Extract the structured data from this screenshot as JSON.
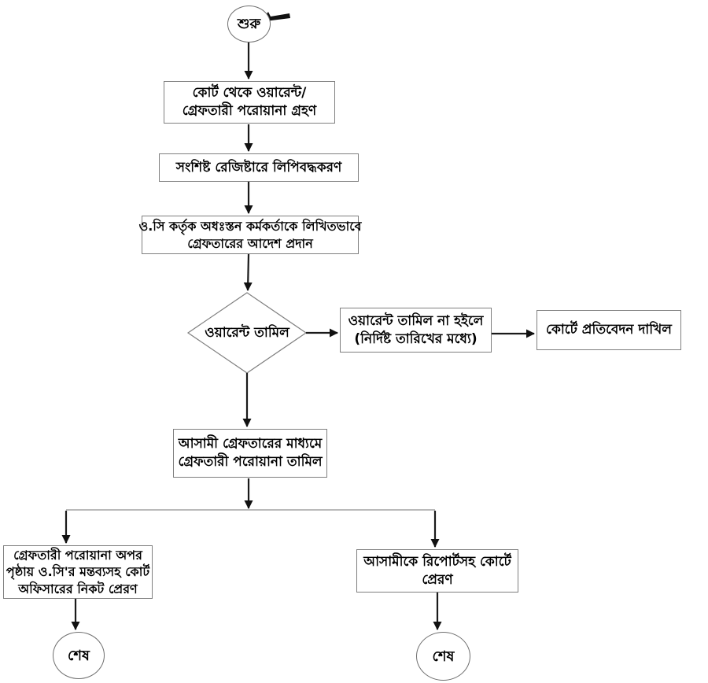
{
  "diagram": {
    "type": "flowchart",
    "language": "Bengali",
    "background": "#ffffff"
  },
  "colors": {
    "box_border": "#7f7f7f",
    "text": "#000000",
    "arrow": "#1a1a1a",
    "branch_line": "#a3a3a3"
  },
  "icons": {
    "cursor": "mouse-cursor-arrow"
  },
  "nodes": {
    "start": {
      "label": "শুরু"
    },
    "receive_warrant": {
      "lines": [
        "কোর্ট থেকে ওয়ারেন্ট/",
        "গ্রেফতারী পরোয়ানা গ্রহণ"
      ]
    },
    "register_entry": {
      "lines": [
        "সংশিষ্ট রেজিষ্টারে লিপিবদ্ধকরণ"
      ]
    },
    "oc_order": {
      "lines": [
        "ও.সি কর্তৃক অধঃস্তন কর্মকর্তাকে লিখিতভাবে",
        "গ্রেফতারের আদেশ প্রদান"
      ]
    },
    "decision": {
      "label": "ওয়ারেন্ট তামিল"
    },
    "not_executed": {
      "lines": [
        "ওয়ারেন্ট তামিল না হইলে",
        "(নির্দিষ্ট তারিখের মধ্যে)"
      ]
    },
    "court_report": {
      "lines": [
        "কোর্টে প্রতিবেদন দাখিল"
      ]
    },
    "arrest_execute": {
      "lines": [
        "আসামী গ্রেফতারের মাধ্যমে",
        "গ্রেফতারী পরোয়ানা তামিল"
      ]
    },
    "send_warrant_back": {
      "lines": [
        "গ্রেফতারী পরোয়ানা অপর",
        "পৃষ্ঠায় ও.সি'র মন্তব্যসহ কোর্ট",
        "অফিসারের নিকট প্রেরণ"
      ]
    },
    "send_accused": {
      "lines": [
        "আসামীকে রিপোর্টসহ কোর্টে",
        "প্রেরণ"
      ]
    },
    "end_left": {
      "label": "শেষ"
    },
    "end_right": {
      "label": "শেষ"
    }
  }
}
